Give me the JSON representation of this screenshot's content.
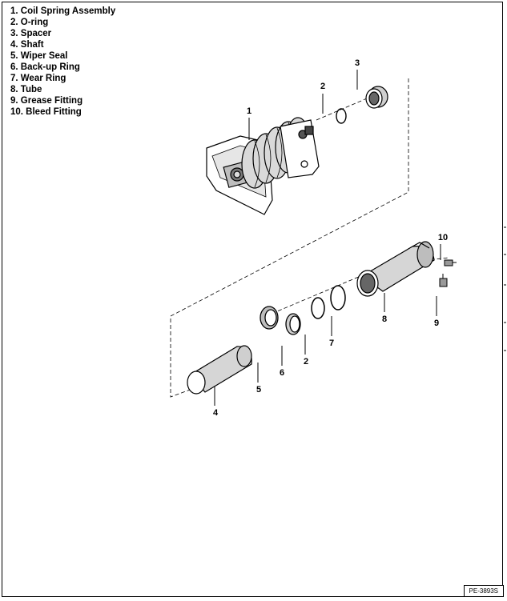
{
  "legend": {
    "items": [
      "1. Coil Spring Assembly",
      "2. O-ring",
      "3. Spacer",
      "4. Shaft",
      "5. Wiper Seal",
      "6. Back-up Ring",
      "7. Wear Ring",
      "8. Tube",
      "9. Grease Fitting",
      "10. Bleed Fitting"
    ]
  },
  "callouts": {
    "c1": "1",
    "c2_top": "2",
    "c3": "3",
    "c10": "10",
    "c8": "8",
    "c9": "9",
    "c7": "7",
    "c2_bottom": "2",
    "c6": "6",
    "c5": "5",
    "c4": "4"
  },
  "reference_code": "PE-3893S",
  "colors": {
    "line": "#000000",
    "fill": "#ffffff",
    "shade": "#cfcfcf",
    "dark": "#5a5a5a"
  }
}
